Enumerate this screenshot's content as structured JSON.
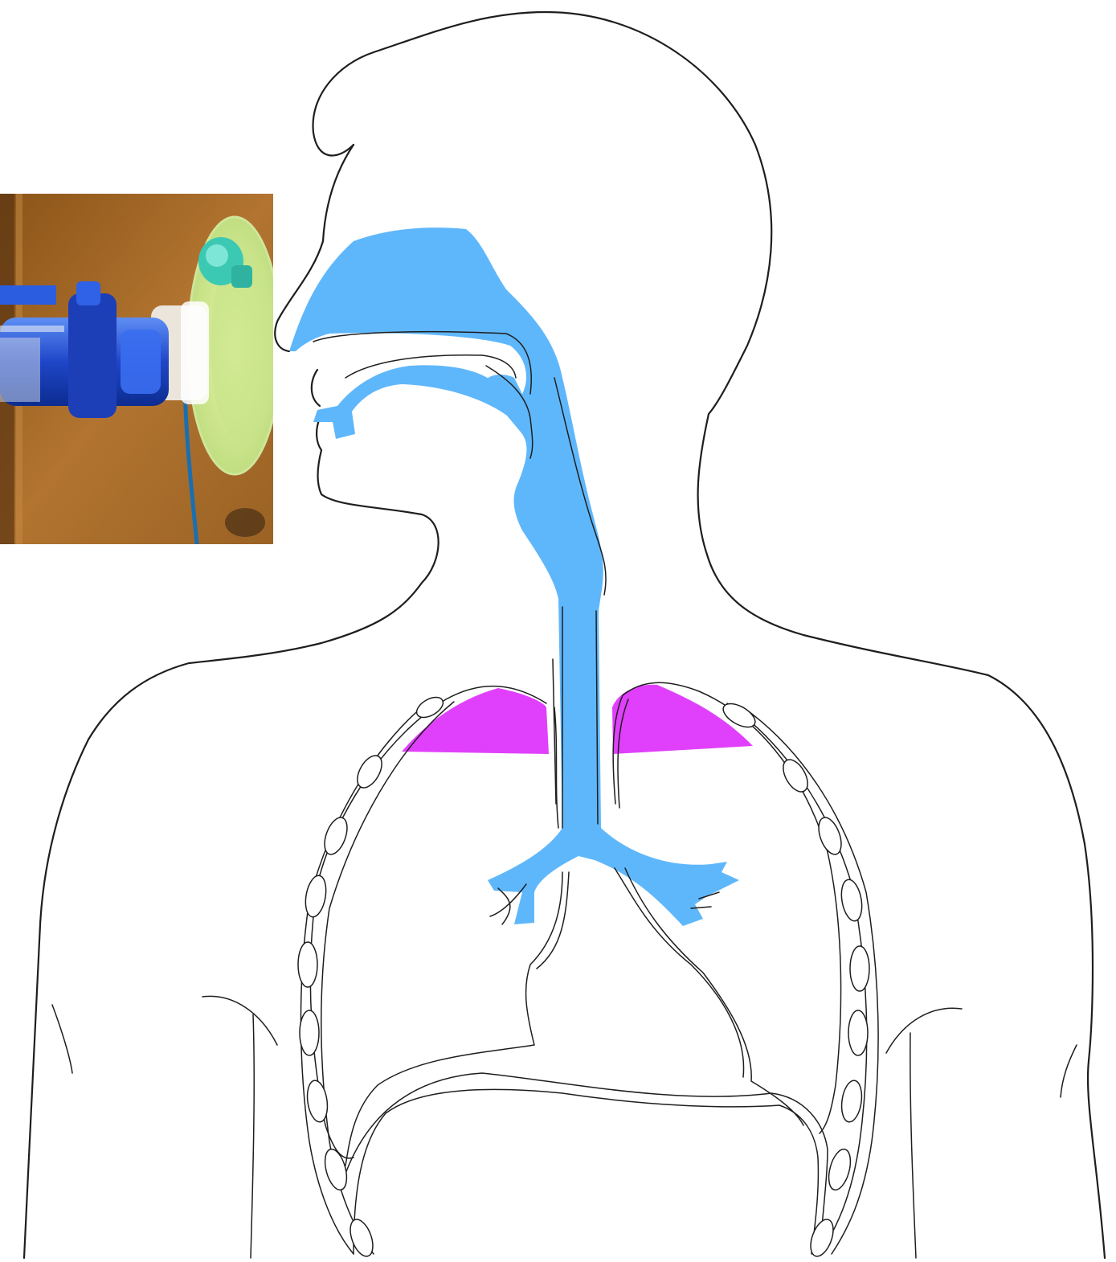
{
  "colors": {
    "airway": "#5fb7fb",
    "upper_lung_zone": "#e040fb",
    "outline": "#1e1e1e",
    "background": "#ffffff",
    "photo_wall": "#a86a28",
    "photo_tube": "#1f56d8",
    "photo_filter": "#d8f08a",
    "photo_cap": "#3cc9b4"
  },
  "parts": [
    {
      "id": "upper-body-silhouette",
      "kind": "outline"
    },
    {
      "id": "nasal-cavity",
      "kind": "airway"
    },
    {
      "id": "oral-cavity",
      "kind": "airway"
    },
    {
      "id": "trachea",
      "kind": "airway"
    },
    {
      "id": "left-bronchus",
      "kind": "airway"
    },
    {
      "id": "right-bronchus",
      "kind": "airway"
    },
    {
      "id": "left-lung-apex",
      "kind": "highlight"
    },
    {
      "id": "right-lung-apex",
      "kind": "highlight"
    },
    {
      "id": "ribcage",
      "kind": "outline"
    },
    {
      "id": "diaphragm",
      "kind": "outline"
    },
    {
      "id": "nebulizer-mask-photo",
      "kind": "inset-photo"
    }
  ]
}
